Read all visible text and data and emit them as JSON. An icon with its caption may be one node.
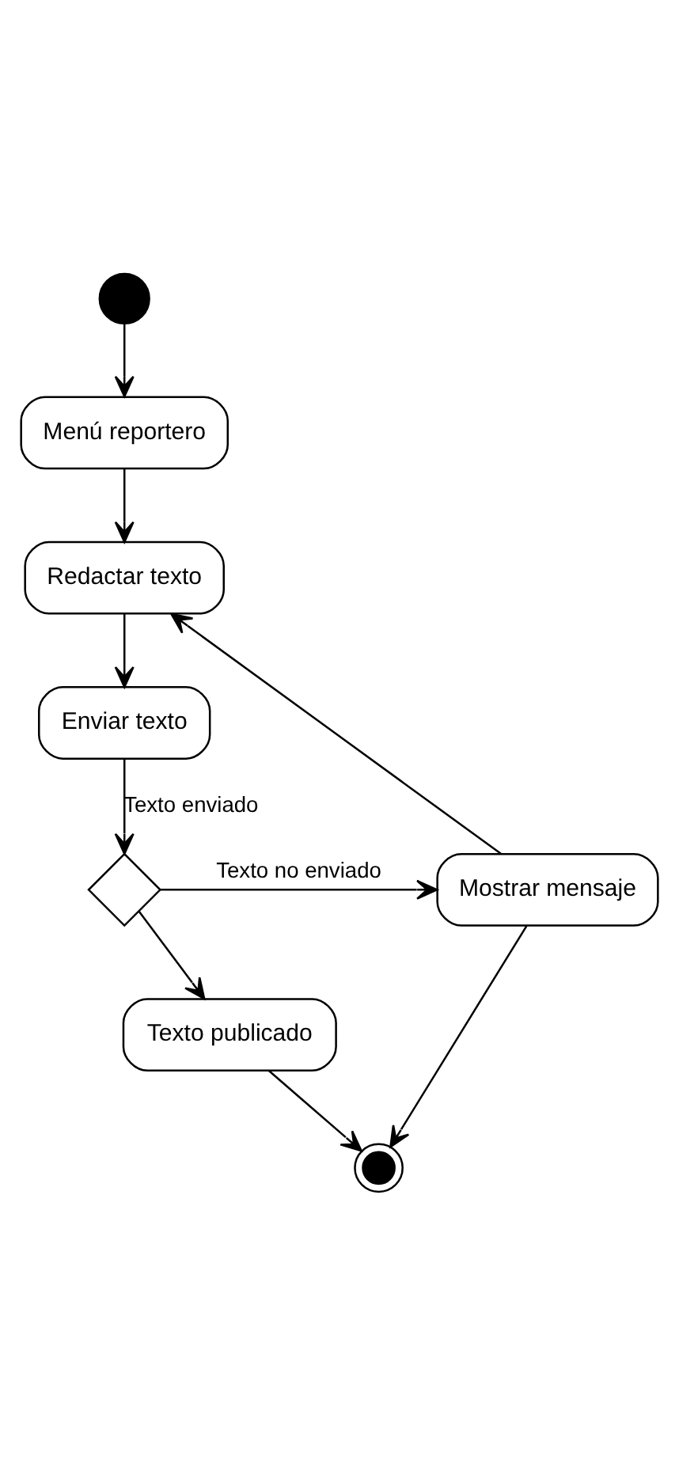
{
  "diagram": {
    "nodes": [
      {
        "text": [],
        "shape": "circle"
      },
      {
        "text": [
          "Menú reportero"
        ]
      },
      {
        "text": [
          "Redactar texto"
        ]
      },
      {
        "text": [
          "Enviar texto"
        ]
      },
      {
        "text": [],
        "shape": "diamond"
      },
      {
        "text": [
          "Mostrar mensaje"
        ]
      },
      {
        "text": [
          "Texto publicado"
        ]
      },
      {
        "text": [],
        "shape": "circle"
      }
    ],
    "edges": [
      {
        "from": 0,
        "to": 1,
        "arrow": "to"
      },
      {
        "from": 1,
        "to": 2,
        "arrow": "to"
      },
      {
        "from": 2,
        "to": 3,
        "arrow": "to"
      },
      {
        "from": 3,
        "to": 4,
        "arrow": "to",
        "label": "Texto enviado"
      },
      {
        "from": 4,
        "to": 5,
        "arrow": "to",
        "label": "Texto no enviado"
      },
      {
        "from": 4,
        "to": 6,
        "arrow": "to"
      },
      {
        "from": 5,
        "to": 2,
        "arrow": "to"
      },
      {
        "from": 5,
        "to": 7,
        "arrow": "to"
      },
      {
        "from": 6,
        "to": 7,
        "arrow": "to"
      }
    ]
  }
}
